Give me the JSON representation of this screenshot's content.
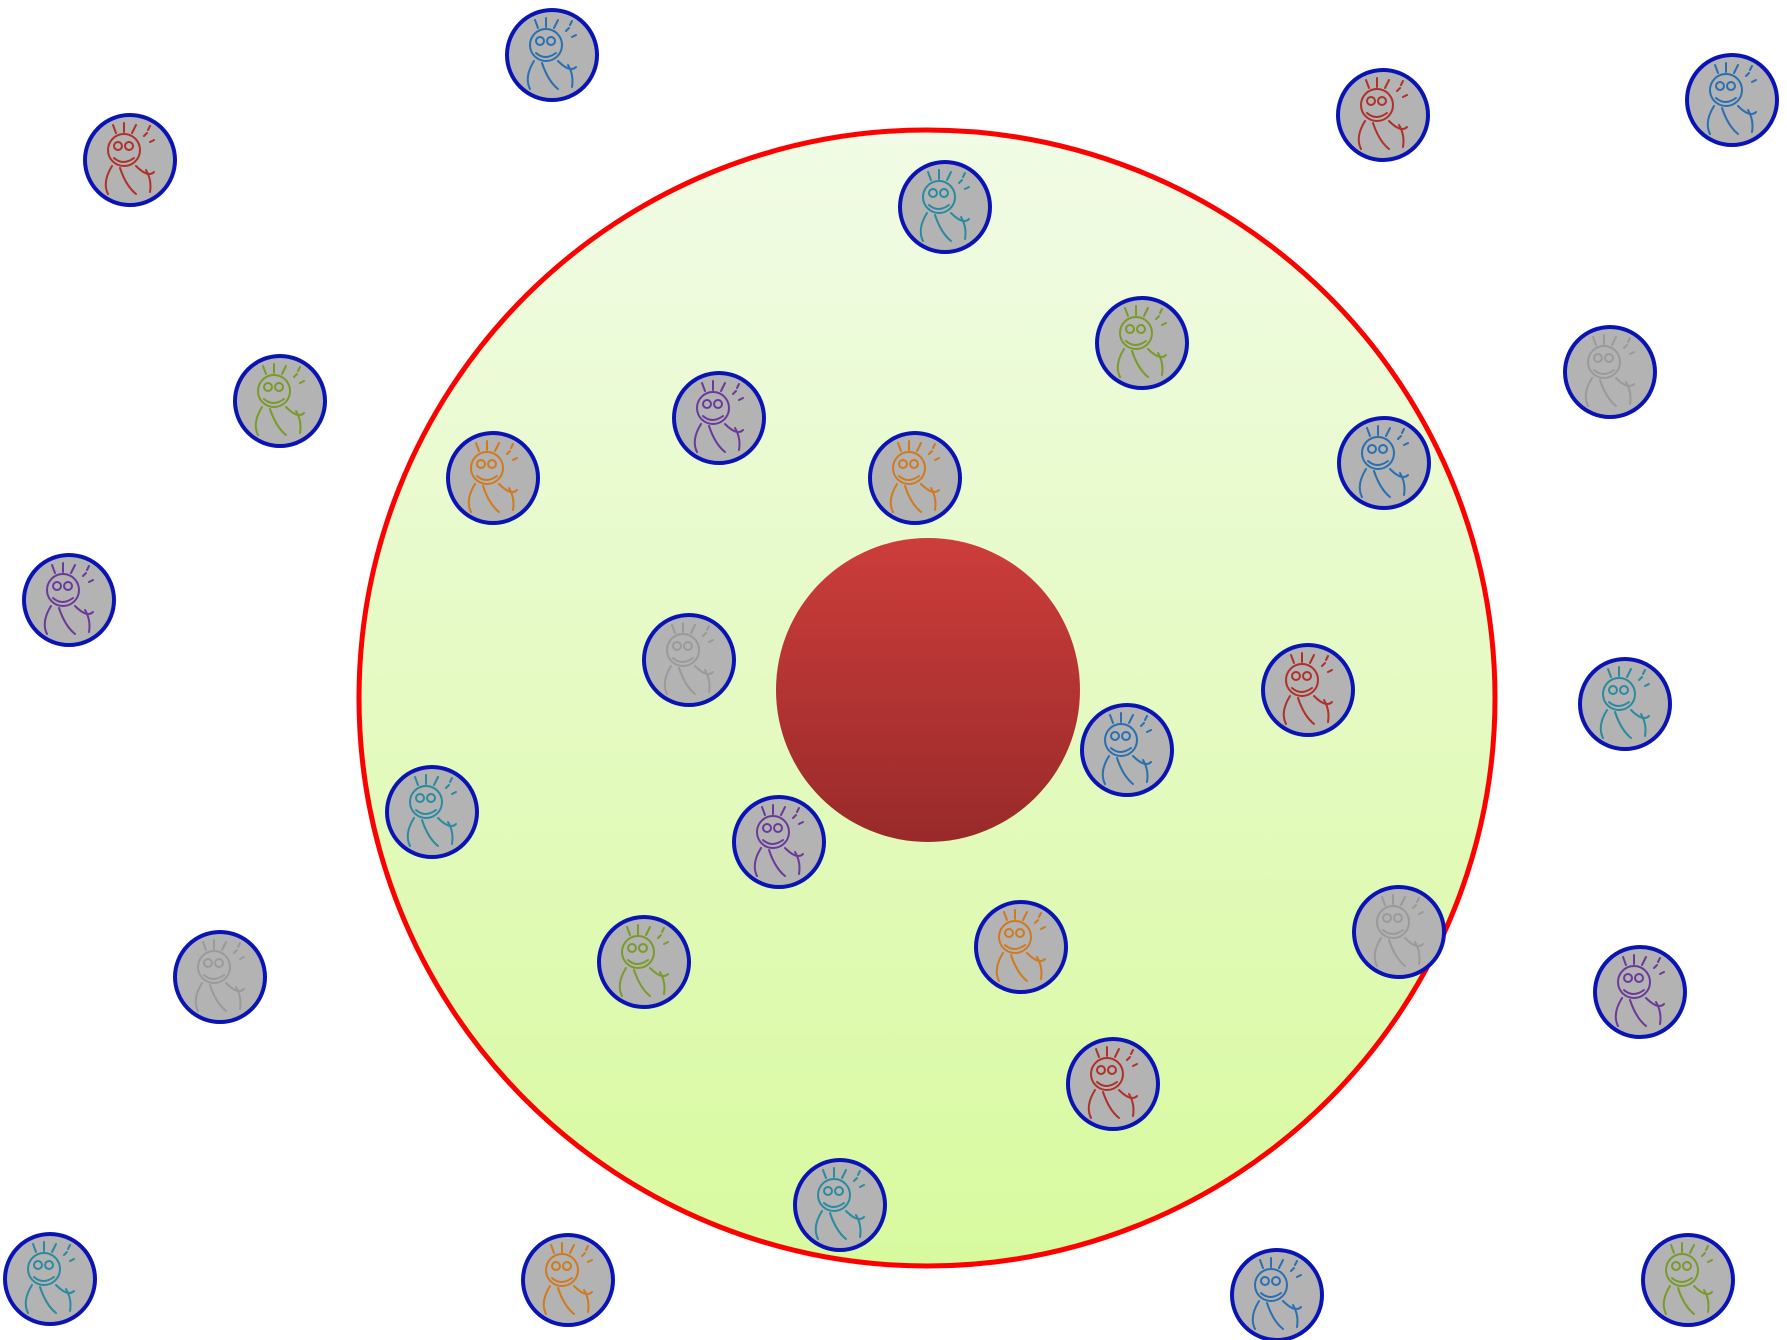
{
  "diagram": {
    "colors": {
      "background": "#ffffff",
      "zone_fill_top": "#f1fbe6",
      "zone_fill_bottom": "#d8fa9e",
      "zone_border": "#ff0000",
      "core_top": "#cc3d3b",
      "core_bottom": "#992a2a",
      "token_fill": "#b3b3b3",
      "token_border": "#0a14b4"
    },
    "zone": {
      "shape": "circle",
      "label": ""
    },
    "core": {
      "shape": "circle",
      "label": ""
    },
    "tokens": [
      {
        "group": "outside",
        "figure": "cartoon-face-icon",
        "color": "#2a6fb0"
      },
      {
        "group": "outside",
        "figure": "cartoon-face-icon",
        "color": "#b0302a"
      },
      {
        "group": "outside",
        "figure": "cartoon-face-icon",
        "color": "#b0302a"
      },
      {
        "group": "outside",
        "figure": "cartoon-face-icon",
        "color": "#2a6fb0"
      },
      {
        "group": "outside",
        "figure": "cartoon-face-icon",
        "color": "#7a9a2a"
      },
      {
        "group": "outside",
        "figure": "cartoon-face-icon",
        "color": "#9a9a9a"
      },
      {
        "group": "outside",
        "figure": "cartoon-face-icon",
        "color": "#6a3a9a"
      },
      {
        "group": "outside",
        "figure": "cartoon-face-icon",
        "color": "#2a8aa0"
      },
      {
        "group": "outside",
        "figure": "cartoon-face-icon",
        "color": "#9a9a9a"
      },
      {
        "group": "outside",
        "figure": "cartoon-face-icon",
        "color": "#6a3a9a"
      },
      {
        "group": "outside",
        "figure": "cartoon-face-icon",
        "color": "#2a8aa0"
      },
      {
        "group": "outside",
        "figure": "cartoon-face-icon",
        "color": "#d07a20"
      },
      {
        "group": "outside",
        "figure": "cartoon-face-icon",
        "color": "#2a6fb0"
      },
      {
        "group": "outside",
        "figure": "cartoon-face-icon",
        "color": "#7a9a2a"
      },
      {
        "group": "inside",
        "figure": "cartoon-face-icon",
        "color": "#2a8aa0"
      },
      {
        "group": "inside",
        "figure": "cartoon-face-icon",
        "color": "#7a9a2a"
      },
      {
        "group": "inside",
        "figure": "cartoon-face-icon",
        "color": "#6a3a9a"
      },
      {
        "group": "inside",
        "figure": "cartoon-face-icon",
        "color": "#d07a20"
      },
      {
        "group": "inside",
        "figure": "cartoon-face-icon",
        "color": "#d07a20"
      },
      {
        "group": "inside",
        "figure": "cartoon-face-icon",
        "color": "#2a6fb0"
      },
      {
        "group": "inside",
        "figure": "cartoon-face-icon",
        "color": "#9a9a9a"
      },
      {
        "group": "inside",
        "figure": "cartoon-face-icon",
        "color": "#b0302a"
      },
      {
        "group": "inside",
        "figure": "cartoon-face-icon",
        "color": "#2a6fb0"
      },
      {
        "group": "inside",
        "figure": "cartoon-face-icon",
        "color": "#2a8aa0"
      },
      {
        "group": "inside",
        "figure": "cartoon-face-icon",
        "color": "#6a3a9a"
      },
      {
        "group": "inside",
        "figure": "cartoon-face-icon",
        "color": "#7a9a2a"
      },
      {
        "group": "inside",
        "figure": "cartoon-face-icon",
        "color": "#d07a20"
      },
      {
        "group": "inside",
        "figure": "cartoon-face-icon",
        "color": "#9a9a9a"
      },
      {
        "group": "inside",
        "figure": "cartoon-face-icon",
        "color": "#b0302a"
      },
      {
        "group": "inside",
        "figure": "cartoon-face-icon",
        "color": "#2a8aa0"
      }
    ]
  }
}
